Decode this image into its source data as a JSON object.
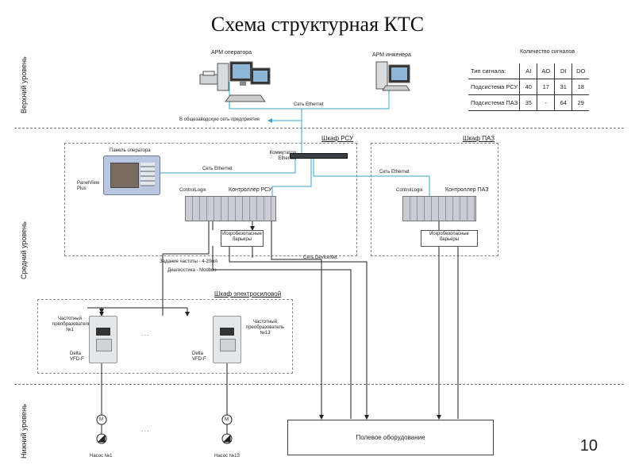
{
  "title": "Схема структурная КТС",
  "page_number": "10",
  "levels": {
    "top": "Верхний уровень",
    "middle": "Средний уровень",
    "bottom": "Нижний уровень"
  },
  "workstations": {
    "operator": "АРМ оператора",
    "engineer": "АРМ инженера"
  },
  "network": {
    "ethernet_top": "Сеть Ethernet",
    "plant_network": "В общезаводскую сеть предприятия",
    "switch": "Коммутатор Ethernet",
    "ethernet_panel": "Сеть Ethernet",
    "ethernet_paz": "Сеть Ethernet",
    "devicenet": "Сеть DeviceNet"
  },
  "signals": {
    "caption": "Количество сигналов",
    "header": [
      "Тип сигнала:",
      "AI",
      "AO",
      "DI",
      "DO"
    ],
    "rows": [
      [
        "Подсистема РСУ",
        "40",
        "17",
        "31",
        "18"
      ],
      [
        "Подсистема ПАЗ",
        "35",
        "-",
        "64",
        "29"
      ]
    ]
  },
  "cabinets": {
    "rsu": "Шкаф РСУ",
    "paz": "Шкаф ПАЗ",
    "power": "Шкаф электросиловой"
  },
  "operator_panel": {
    "title": "Панель оператора",
    "model": "PanelView Plus"
  },
  "controllers": {
    "rsu_brand": "ControlLogix",
    "rsu_label": "Контроллер РСУ",
    "paz_brand": "ControlLogix",
    "paz_label": "Контроллер ПАЗ"
  },
  "barriers": {
    "rsu": "Искробезопасные барьеры",
    "paz": "Искробезопасные барьеры"
  },
  "links": {
    "frequency_setpoint": "Задание частоты - 4-20мА",
    "diagnostics": "Диагностика - Modbus"
  },
  "drives": {
    "d1_label": "Частотный преобразователь №1",
    "d1_model": "Delta VFD-F",
    "d13_label": "Частотный преобразователь №13",
    "d13_model": "Delta VFD-F",
    "ellipsis": ". . ."
  },
  "pumps": {
    "p1": "Насос №1",
    "p13": "Насос №13",
    "motor_letter": "M",
    "ellipsis": ". . ."
  },
  "field_equipment": "Полевое оборудование",
  "colors": {
    "network_line": "#3aa0c8",
    "wire": "#222222",
    "separator": "#777777"
  }
}
